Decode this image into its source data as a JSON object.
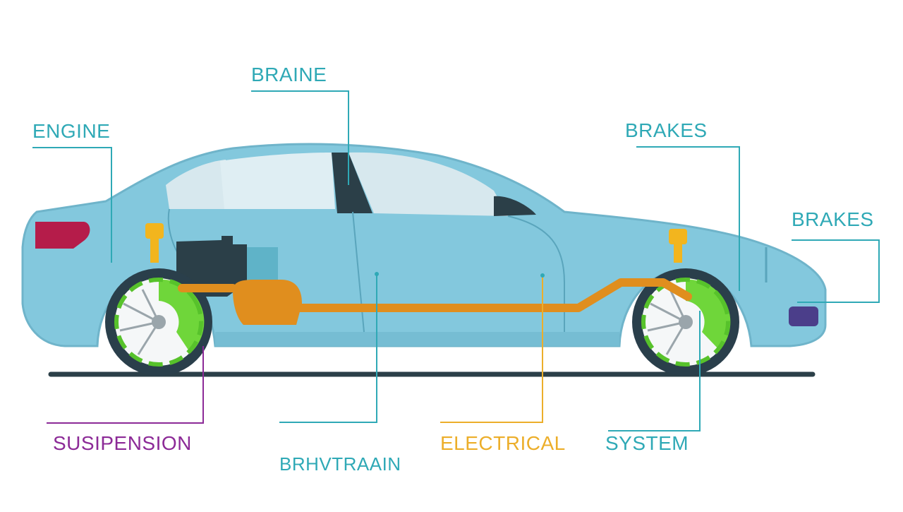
{
  "colors": {
    "body": "#83c8dd",
    "body_dark": "#6fb4ca",
    "window": "#d7e8ee",
    "tire": "#2a3f4b",
    "brake_disc": "#6fd63a",
    "drivetrain": "#e08e1e",
    "shock": "#f2b51e",
    "taillight": "#b51c4a",
    "ground": "#2b3f48",
    "teal": "#2fa9b6",
    "purple": "#8c2a97",
    "yellow": "#ecae2a"
  },
  "labels": {
    "braine": "BRAINE",
    "engine": "ENGINE",
    "brakes_top": "BRAKES",
    "brakes_right": "BRAKES",
    "suspension": "SUSIPENSION",
    "drivetrain": "BRHVTRAAIN",
    "electrical": "ELECTRICAL",
    "system": "SYSTEM"
  }
}
